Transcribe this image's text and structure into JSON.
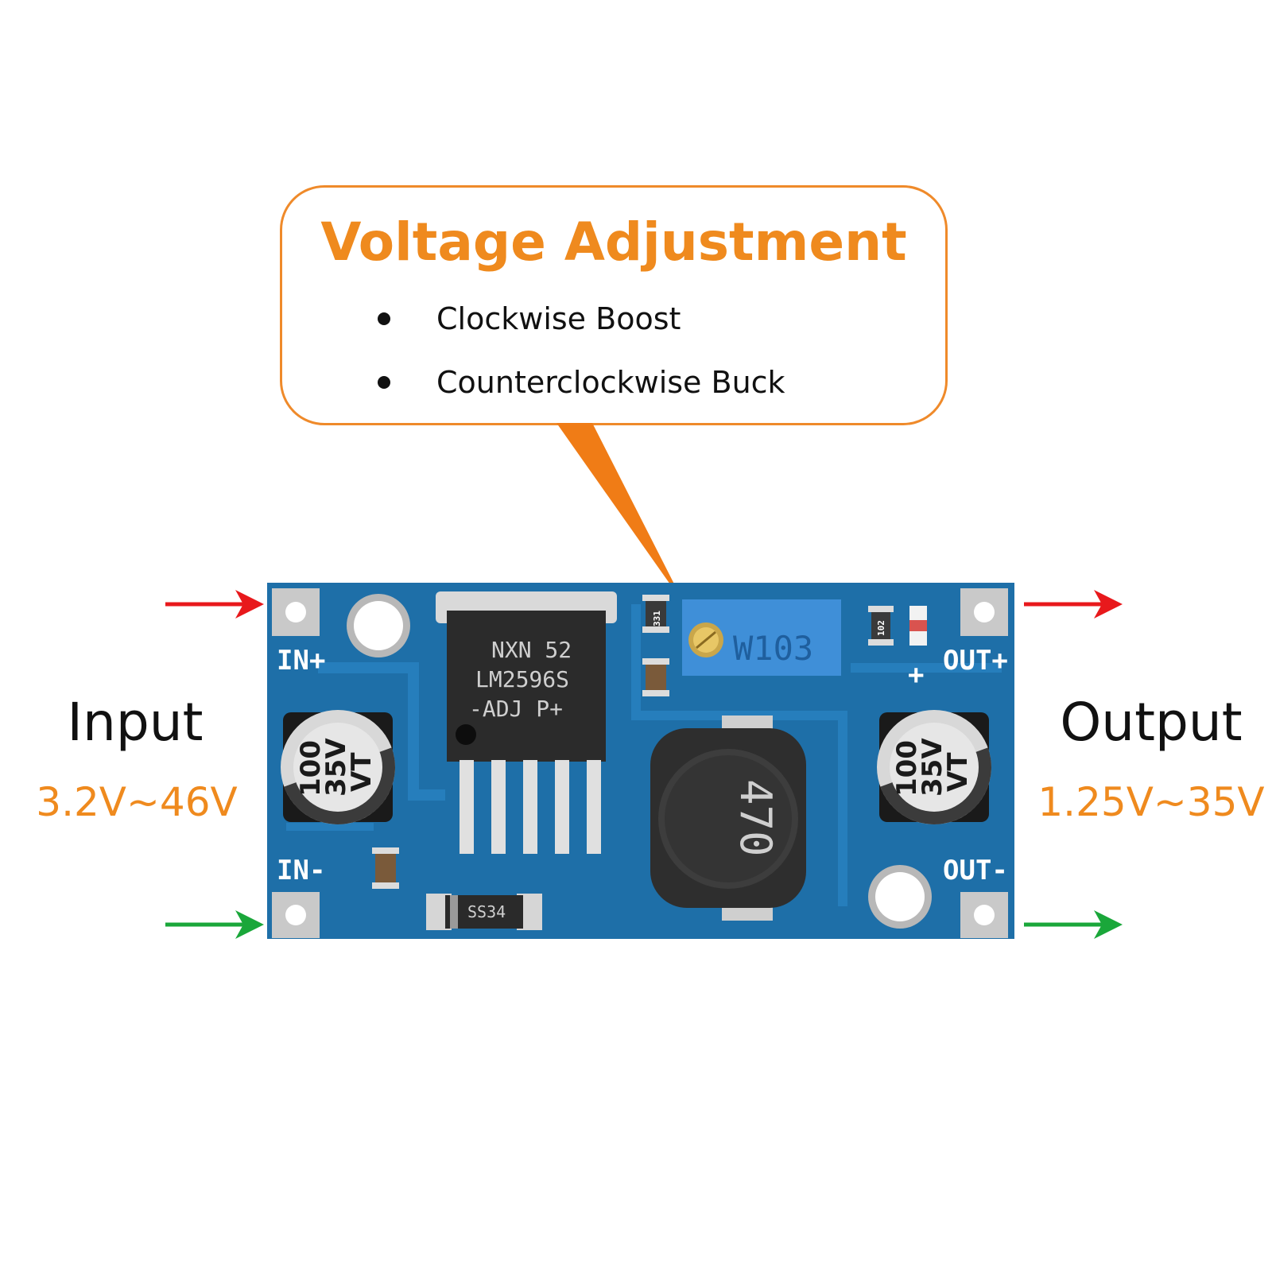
{
  "callout": {
    "title": "Voltage Adjustment",
    "items": [
      "Clockwise Boost",
      "Counterclockwise Buck"
    ]
  },
  "input": {
    "label": "Input",
    "range": "3.2V~46V"
  },
  "output": {
    "label": "Output",
    "range": "1.25V~35V"
  },
  "board": {
    "pins": {
      "in_plus": "IN+",
      "in_minus": "IN-",
      "out_plus": "OUT+",
      "out_minus": "OUT-",
      "plus_sign": "+"
    },
    "regulator": {
      "line1": "NXN 52",
      "line2": "LM2596S",
      "line3": "-ADJ P+"
    },
    "potentiometer": "W103",
    "inductor": "470",
    "diode": "SS34",
    "capacitor_in": {
      "line1": "100",
      "line2": "35V",
      "line3": "VT"
    },
    "capacitor_out": {
      "line1": "100",
      "line2": "35V",
      "line3": "VT"
    },
    "resistor_top": "331",
    "resistor_right": "102"
  },
  "colors": {
    "accent": "#ef8a1e",
    "pcb": "#1e6fa8",
    "arrow_positive": "#e8191c",
    "arrow_negative": "#1aa73a"
  }
}
